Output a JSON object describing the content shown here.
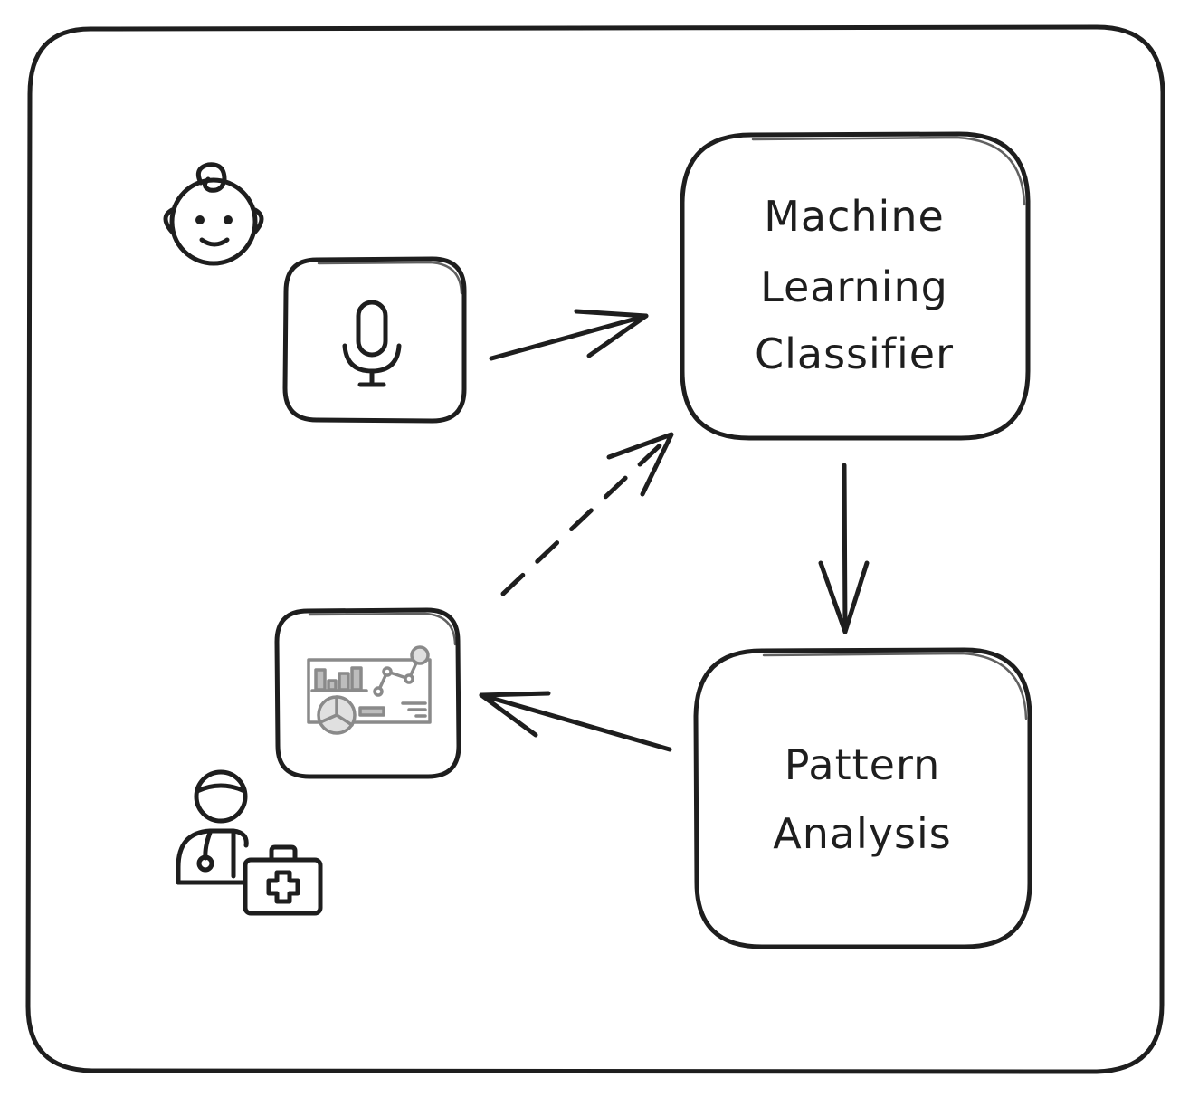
{
  "nodes": {
    "ml_classifier": {
      "lines": [
        "Machine",
        "Learning",
        "Classifier"
      ]
    },
    "pattern_analysis": {
      "lines": [
        "Pattern",
        "Analysis"
      ]
    }
  },
  "icons": {
    "baby": "baby-icon",
    "microphone": "microphone-icon",
    "dashboard": "dashboard-icon",
    "doctor": "doctor-icon",
    "medical_kit": "medical-kit-icon"
  },
  "colors": {
    "ink": "#1e1e1e",
    "dashboard_gray": "#8a8a8a",
    "background": "#ffffff"
  }
}
